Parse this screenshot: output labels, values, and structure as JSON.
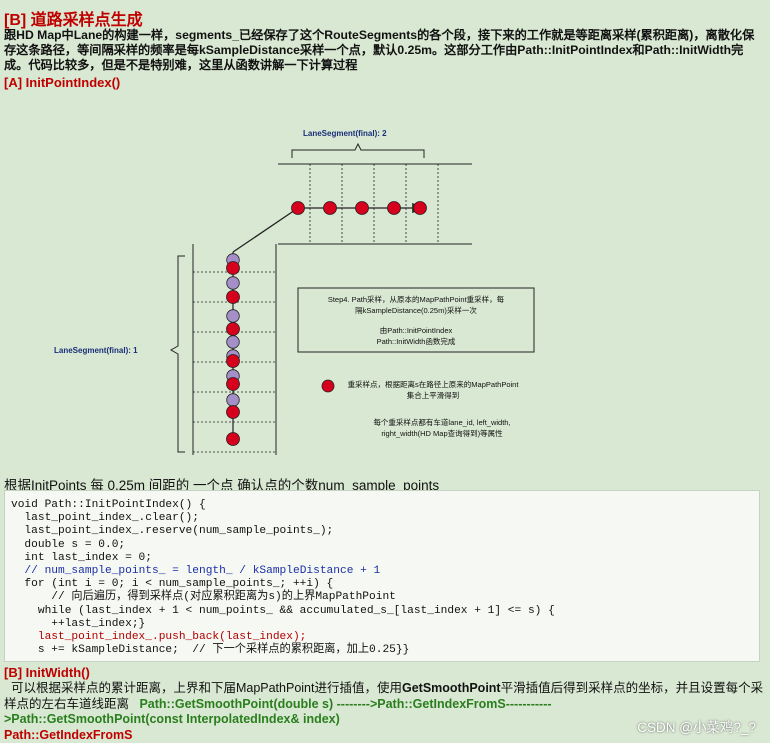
{
  "title": "[B] 道路采样点生成",
  "intro": "跟HD Map中Lane的构建一样，segments_已经保存了这个RouteSegments的各个段，接下来的工作就是等距离采样(累积距离)，离散化保存这条路径，等间隔采样的频率是每kSampleDistance采样一个点，默认0.25m。这部分工作由Path::InitPointIndex和Path::InitWidth完成。代码比较多，但是不是特别难，这里从函数讲解一下计算过程",
  "section_a": "[A] InitPointIndex()",
  "diagram": {
    "label_top": "LaneSegment(final): 2",
    "label_left": "LaneSegment(final): 1",
    "box_line1": "Step4. Path采样，从原本的MapPathPoint重采样，每",
    "box_line2": "隔kSampleDistance(0.25m)采样一次",
    "box_line3": "由Path::InitPointIndex",
    "box_line4": "Path::InitWidth函数完成",
    "legend_red_1": "重采样点，根据距离s在路径上原来的MapPathPoint",
    "legend_red_2": "集合上平滑得到",
    "legend_text_1": "每个重采样点都有车道lane_id, left_width,",
    "legend_text_2": "right_width(HD Map查询得到)等属性",
    "colors": {
      "red_point": "#d6001c",
      "purple_point": "#a58fc9",
      "line": "#222222"
    }
  },
  "desc": "根据InitPoints 每 0.25m 间距的 一个点 确认点的个数num_sample_points_",
  "code": {
    "l1": "void Path::InitPointIndex() {",
    "l2": "  last_point_index_.clear();",
    "l3": "  last_point_index_.reserve(num_sample_points_);",
    "l4": "  double s = 0.0;",
    "l5": "  int last_index = 0;",
    "l6a": "  // ",
    "l6b": "num_sample_points_ = length_ / kSampleDistance + 1",
    "l7": "  for (int i = 0; i < num_sample_points_; ++i) {",
    "l8": "      // 向后遍历，得到采样点(对应累积距离为s)的上界MapPathPoint",
    "l9": "    while (last_index + 1 < num_points_ && accumulated_s_[last_index + 1] <= s) {",
    "l10": "      ++last_index;}",
    "l11": "    last_point_index_.push_back(last_index);",
    "l12": "    s += kSampleDistance;  // 下一个采样点的累积距离，加上0.25}}"
  },
  "section_b": "[B] InitWidth()",
  "body_b_1": "可以根据采样点的累计距离，上界和下届MapPathPoint进行插值，使用",
  "body_b_bold": "GetSmoothPoint",
  "body_b_2": "平滑插值后得到采样点的坐标，并且设置每个采样点的左右车道线距离",
  "body_b_green": "Path::GetSmoothPoint(double s) -------->Path::GetIndexFromS-----------",
  "body_b_green2": ">Path::GetSmoothPoint(const InterpolatedIndex& index)",
  "body_b_red": "Path::GetIndexFromS",
  "watermark": "CSDN @小菜鸡?_?"
}
